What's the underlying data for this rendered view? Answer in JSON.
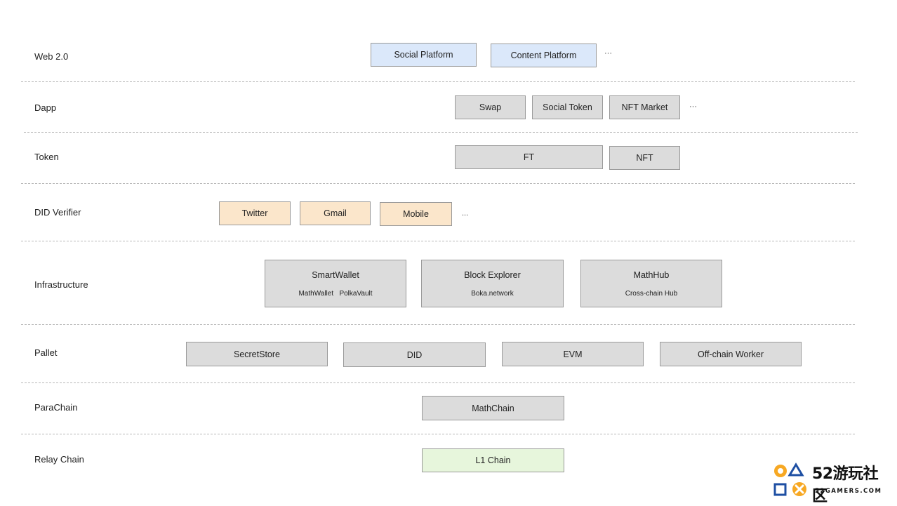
{
  "layers": [
    {
      "label": "Web 2.0"
    },
    {
      "label": "Dapp"
    },
    {
      "label": "Token"
    },
    {
      "label": "DID Verifier"
    },
    {
      "label": "Infrastructure"
    },
    {
      "label": "Pallet"
    },
    {
      "label": "ParaChain"
    },
    {
      "label": "Relay Chain"
    }
  ],
  "web2": {
    "social_platform": "Social Platform",
    "content_platform": "Content Platform",
    "more": "···"
  },
  "dapp": {
    "swap": "Swap",
    "social_token": "Social Token",
    "nft_market": "NFT Market",
    "more": "···"
  },
  "token": {
    "ft": "FT",
    "nft": "NFT"
  },
  "did_verifier": {
    "twitter": "Twitter",
    "gmail": "Gmail",
    "mobile": "Mobile",
    "more": "..."
  },
  "infrastructure": [
    {
      "title": "SmartWallet",
      "sub": "MathWallet   PolkaVault"
    },
    {
      "title": "Block Explorer",
      "sub": "Boka.network"
    },
    {
      "title": "MathHub",
      "sub": "Cross-chain Hub"
    }
  ],
  "pallet": {
    "secretstore": "SecretStore",
    "did": "DID",
    "evm": "EVM",
    "offchain": "Off-chain Worker"
  },
  "parachain": {
    "mathchain": "MathChain"
  },
  "relay": {
    "l1": "L1 Chain"
  },
  "watermark": {
    "main": "52游玩社区",
    "sub": "52GAMERS.COM",
    "colors": {
      "orange": "#f7a823",
      "blue": "#1e4fa3"
    }
  }
}
